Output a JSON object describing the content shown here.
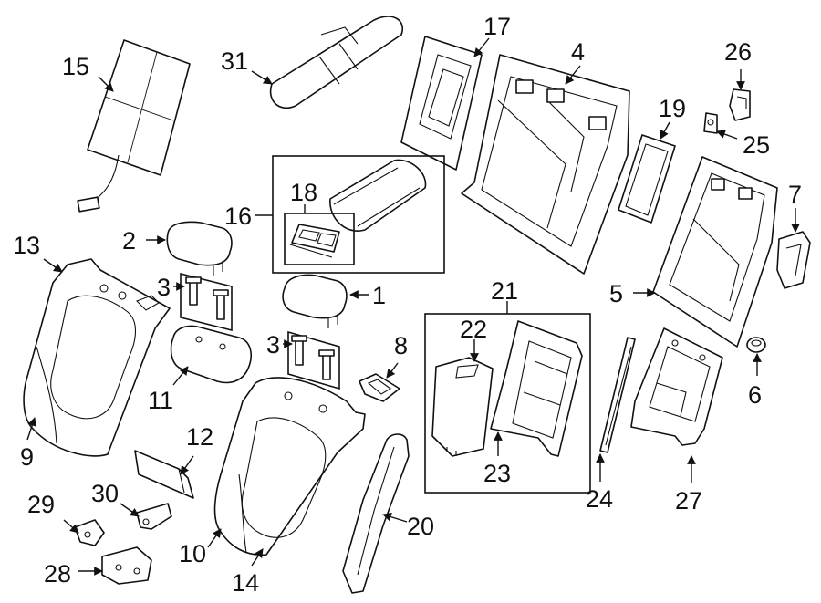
{
  "callouts": [
    "1",
    "2",
    "3",
    "3",
    "4",
    "5",
    "6",
    "7",
    "8",
    "9",
    "10",
    "11",
    "12",
    "13",
    "14",
    "15",
    "16",
    "17",
    "18",
    "19",
    "20",
    "21",
    "22",
    "23",
    "24",
    "25",
    "26",
    "27",
    "28",
    "29",
    "30",
    "31"
  ]
}
